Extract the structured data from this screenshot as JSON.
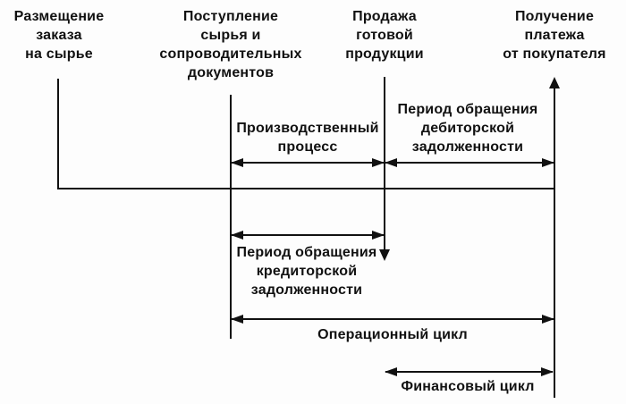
{
  "diagram": {
    "events": [
      {
        "label": "Размещение\nзаказа\nна сырье"
      },
      {
        "label": "Поступление\nсырья и\nсопроводительных\nдокументов"
      },
      {
        "label": "Продажа\nготовой\nпродукции"
      },
      {
        "label": "Получение\nплатежа\nот покупателя"
      }
    ],
    "periods": [
      {
        "label": "Производственный\nпроцесс"
      },
      {
        "label": "Период обращения\nдебиторской\nзадолженности"
      },
      {
        "label": "Период обращения\nкредиторской\nзадолженности"
      },
      {
        "label": "Операционный цикл"
      },
      {
        "label": "Финансовый цикл"
      }
    ],
    "colors": {
      "ink": "#111111",
      "background": "#fdfdfd"
    }
  }
}
